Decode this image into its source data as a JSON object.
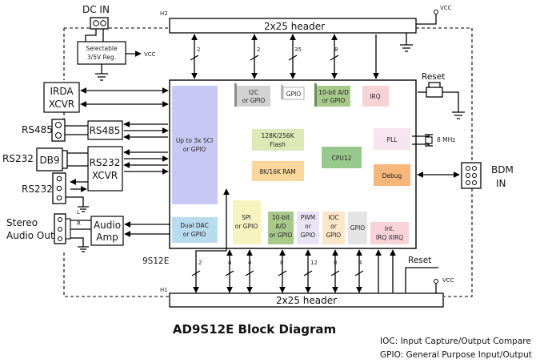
{
  "title": "AD9S12E Block Diagram",
  "notes": [
    "IOC: Input Capture/Output Compare",
    "GPIO: General Purpose Input/Output"
  ],
  "headers": {
    "top": {
      "id": "H2",
      "label": "2x25 header"
    },
    "bottom": {
      "id": "H1",
      "label": "2x25 header"
    }
  },
  "chip_label": "9S12E",
  "power": {
    "dc_in": "DC IN",
    "vcc": "VCC",
    "regulator": [
      "Selectable",
      "3/5V Reg."
    ]
  },
  "external": {
    "irda": [
      "IRDA",
      "XCVR"
    ],
    "rs485_label": "RS485",
    "rs485_box": "RS485",
    "rs232_db9_label": "RS232",
    "db9": "DB9",
    "rs232_xcvr": [
      "RS232",
      "XCVR"
    ],
    "rs232_header_label": "RS232",
    "audio_out": [
      "Stereo",
      "Audio Out"
    ],
    "audio_l": "L",
    "audio_r": "R",
    "audio_amp": [
      "Audio",
      "Amp"
    ],
    "reset_top": "Reset",
    "reset_bottom": "Reset",
    "crystal": "8 MHz",
    "bdm": [
      "BDM",
      "IN"
    ]
  },
  "blocks": {
    "sci": [
      "Up to 3x SCI",
      "or GPIO"
    ],
    "i2c": [
      "I2C",
      "or GPIO"
    ],
    "gpio_top": "GPIO",
    "adc_top": [
      "10-bit A/D",
      "or GPIO"
    ],
    "irq": "IRQ",
    "flash": [
      "128K/256K",
      "Flash"
    ],
    "ram": "8K/16K RAM",
    "cpu": "CPU12",
    "pll": "PLL",
    "debug": "Debug",
    "dac": [
      "Dual DAC",
      "or GPIO"
    ],
    "spi": [
      "SPI",
      "or GPIO"
    ],
    "adc_bottom": [
      "10-bit",
      "A/D",
      "or GPIO"
    ],
    "pwm": [
      "PWM",
      "or",
      "GPIO"
    ],
    "ioc": [
      "IOC",
      "or",
      "GPIO"
    ],
    "gpio_bottom": "GPIO",
    "int": [
      "Int.",
      "IRQ  XIRQ"
    ]
  },
  "bus_widths": {
    "top": [
      "2",
      "2",
      "35",
      "8"
    ],
    "bottom": [
      "2",
      "4",
      "4",
      "8",
      "12",
      "8",
      "4"
    ]
  },
  "colors": {
    "sci": "#c8c8f4",
    "gray": "#d2d2d2",
    "green": "#a7c98a",
    "pink": "#f7d3d8",
    "flash": "#dfe9b7",
    "ram": "#fbd79c",
    "cpu": "#98c98c",
    "pll": "#f6e4ee",
    "debug": "#f7b67a",
    "dac": "#b8dbee",
    "spi": "#f7f3bf",
    "pwm": "#e9e4f3",
    "ioc": "#fbe6c8",
    "gpio": "#e4e4e4"
  },
  "icons": [
    "arrow-icon",
    "ground-icon",
    "bus-slash-icon",
    "connector-icon",
    "crystal-icon"
  ]
}
